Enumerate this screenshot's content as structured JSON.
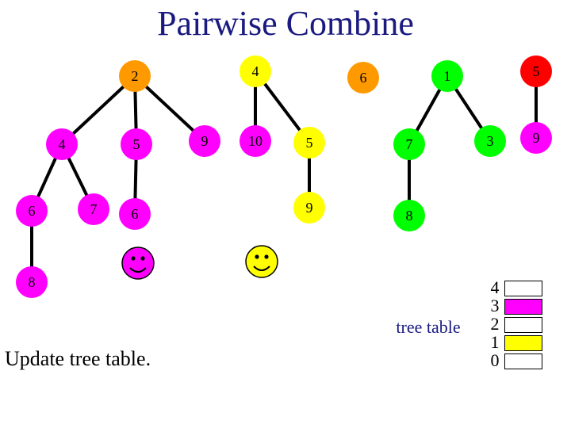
{
  "title": "Pairwise Combine",
  "colors": {
    "magenta": "#ff00ff",
    "yellow": "#ffff00",
    "orange": "#ff9900",
    "green": "#00ff00",
    "red": "#ff0000"
  },
  "nodes": [
    {
      "id": "n2a",
      "label": "2",
      "color": "orange"
    },
    {
      "id": "n4a",
      "label": "4",
      "color": "yellow"
    },
    {
      "id": "n6a",
      "label": "6",
      "color": "orange"
    },
    {
      "id": "n1",
      "label": "1",
      "color": "green"
    },
    {
      "id": "n5a",
      "label": "5",
      "color": "red"
    },
    {
      "id": "n4b",
      "label": "4",
      "color": "magenta"
    },
    {
      "id": "n5b",
      "label": "5",
      "color": "magenta"
    },
    {
      "id": "n9a",
      "label": "9",
      "color": "magenta"
    },
    {
      "id": "n10",
      "label": "10",
      "color": "magenta"
    },
    {
      "id": "n5c",
      "label": "5",
      "color": "yellow"
    },
    {
      "id": "n7a",
      "label": "7",
      "color": "green"
    },
    {
      "id": "n3",
      "label": "3",
      "color": "green"
    },
    {
      "id": "n9b",
      "label": "9",
      "color": "magenta"
    },
    {
      "id": "n6b",
      "label": "6",
      "color": "magenta"
    },
    {
      "id": "n7b",
      "label": "7",
      "color": "magenta"
    },
    {
      "id": "n6c",
      "label": "6",
      "color": "magenta"
    },
    {
      "id": "n9c",
      "label": "9",
      "color": "yellow"
    },
    {
      "id": "n8a",
      "label": "8",
      "color": "green"
    },
    {
      "id": "n8b",
      "label": "8",
      "color": "magenta"
    }
  ],
  "edges": [
    [
      "n2a",
      "n4b"
    ],
    [
      "n2a",
      "n5b"
    ],
    [
      "n2a",
      "n9a"
    ],
    [
      "n4b",
      "n6b"
    ],
    [
      "n4b",
      "n7b"
    ],
    [
      "n5b",
      "n6c"
    ],
    [
      "n6b",
      "n8b"
    ],
    [
      "n4a",
      "n10"
    ],
    [
      "n4a",
      "n5c"
    ],
    [
      "n5c",
      "n9c"
    ],
    [
      "n1",
      "n7a"
    ],
    [
      "n1",
      "n3"
    ],
    [
      "n7a",
      "n8a"
    ],
    [
      "n5a",
      "n9b"
    ]
  ],
  "smileys": [
    {
      "id": "smiley-magenta",
      "color": "magenta"
    },
    {
      "id": "smiley-yellow",
      "color": "yellow"
    }
  ],
  "tree_table": {
    "label": "tree table",
    "rows": [
      {
        "index": "4",
        "fill": "none"
      },
      {
        "index": "3",
        "fill": "magenta"
      },
      {
        "index": "2",
        "fill": "none"
      },
      {
        "index": "1",
        "fill": "yellow"
      },
      {
        "index": "0",
        "fill": "none"
      }
    ]
  },
  "caption": "Update tree table."
}
